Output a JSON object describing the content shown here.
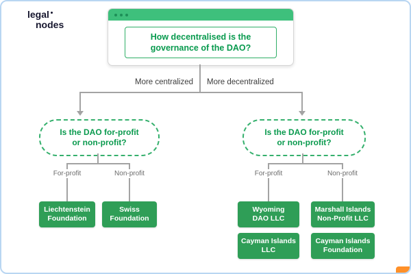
{
  "brand": {
    "line1": "legal",
    "line2": "nodes"
  },
  "window": {
    "question": "How decentralised is the\ngovernance of the DAO?"
  },
  "split_labels": {
    "left": "More centralized",
    "right": "More decentralized"
  },
  "decisions": {
    "left": "Is the DAO for-profit\nor non-profit?",
    "right": "Is the DAO for-profit\nor non-profit?"
  },
  "sub_labels": {
    "left_for": "For-profit",
    "left_non": "Non-profit",
    "right_for": "For-profit",
    "right_non": "Non-profit"
  },
  "outcomes": {
    "liechtenstein": "Liechtenstein\nFoundation",
    "swiss": "Swiss\nFoundation",
    "wyoming": "Wyoming\nDAO LLC",
    "marshall": "Marshall Islands\nNon-Profit LLC",
    "cayman_llc": "Cayman Islands\nLLC",
    "cayman_foundation": "Cayman Islands\nFoundation"
  },
  "colors": {
    "window_header_green": "#3ec07c",
    "question_text_green": "#089a4e",
    "outcome_box_green": "#2f9e57",
    "dashed_border_green": "#35b06d",
    "connector_gray": "#a3a3a3",
    "canvas_border_blue": "#b9d6f2",
    "watermark_orange": "#ff8a1e"
  }
}
